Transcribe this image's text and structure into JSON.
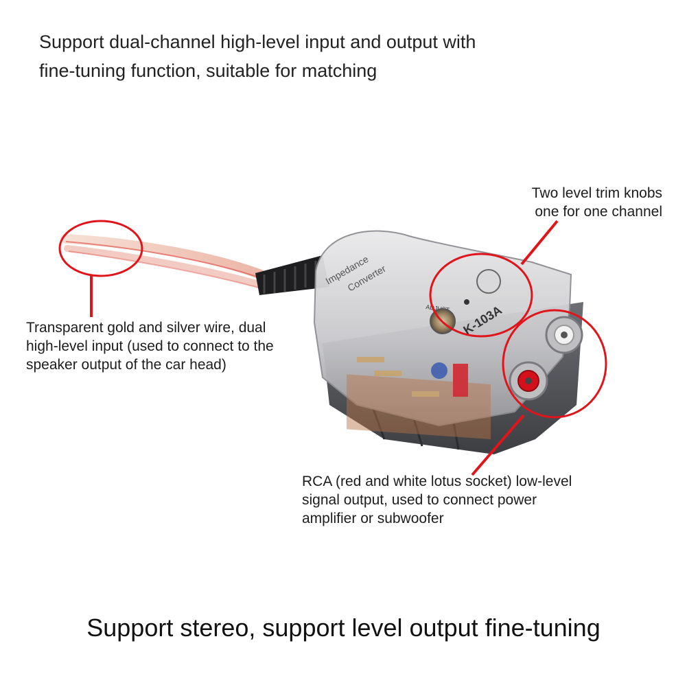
{
  "header": {
    "line1": "Support dual-channel high-level input and output with",
    "line2": "fine-tuning function, suitable for matching"
  },
  "callouts": {
    "knobs": {
      "line1": "Two level trim knobs",
      "line2": "one for one channel"
    },
    "wire": {
      "line1": "Transparent gold and silver wire, dual",
      "line2": "high-level input (used to connect to the",
      "line3": "speaker output of the car head)"
    },
    "rca": {
      "line1": "RCA (red and white lotus socket) low-level",
      "line2": "signal output, used to connect power",
      "line3": "amplifier or subwoofer"
    }
  },
  "device": {
    "label_impedance": "Impedance",
    "label_converter": "Converter",
    "label_adjust": "ADJUST",
    "label_model": "K-103A"
  },
  "footer": {
    "text": "Support stereo, support level output fine-tuning"
  },
  "colors": {
    "annotation": "#e0141b",
    "rca_red": "#d4101c",
    "rca_white": "#f2f2f2"
  }
}
